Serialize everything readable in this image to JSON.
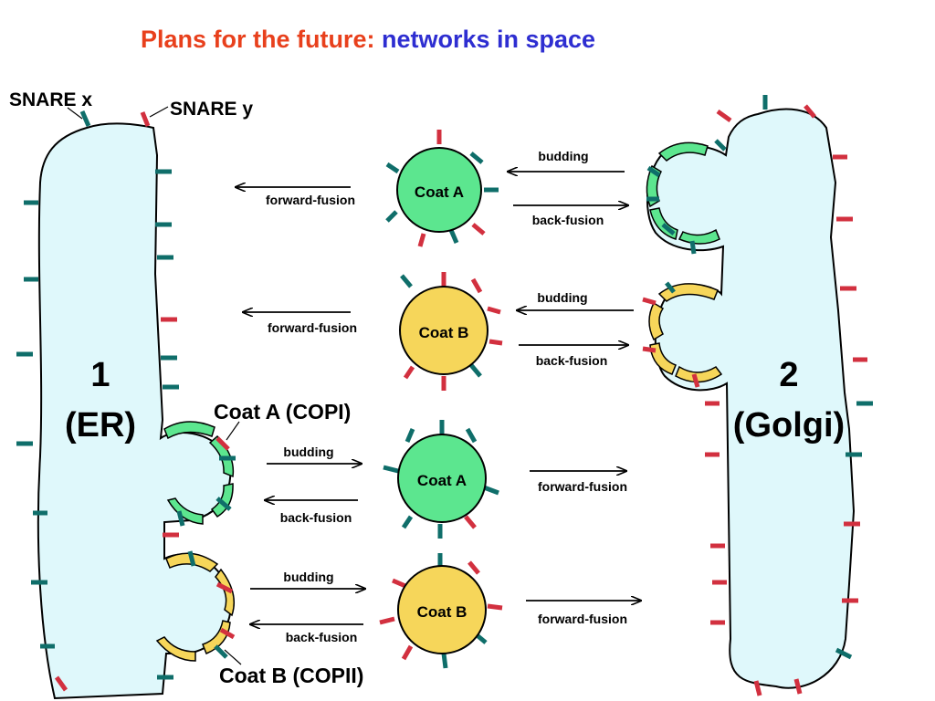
{
  "title": {
    "part1": "Plans for the future:",
    "part2": "networks in space"
  },
  "labels": {
    "snare_x": "SNARE x",
    "snare_y": "SNARE y",
    "er_number": "1",
    "er_name": "(ER)",
    "golgi_number": "2",
    "golgi_name": "(Golgi)",
    "coat_a_copi": "Coat A (COPI)",
    "coat_b_copii": "Coat B (COPII)"
  },
  "vesicles": [
    {
      "label": "Coat A",
      "top_arrow_label": "budding",
      "bottom_arrow_label": "back-fusion",
      "left_arrow_label": "forward-fusion"
    },
    {
      "label": "Coat B",
      "top_arrow_label": "budding",
      "bottom_arrow_label": "back-fusion",
      "left_arrow_label": "forward-fusion"
    },
    {
      "label": "Coat A",
      "left_top_label": "budding",
      "left_bottom_label": "back-fusion",
      "right_label": "forward-fusion"
    },
    {
      "label": "Coat B",
      "left_top_label": "budding",
      "left_bottom_label": "back-fusion",
      "right_label": "forward-fusion"
    }
  ],
  "colors": {
    "title_red": "#e8401c",
    "title_blue": "#2e2ed1",
    "membrane_fill": "#dff8fb",
    "coat_a_green": "#5ce68f",
    "coat_b_yellow": "#f6d65a",
    "snare_x_teal": "#0f6e6a",
    "snare_y_red": "#d2303f"
  }
}
